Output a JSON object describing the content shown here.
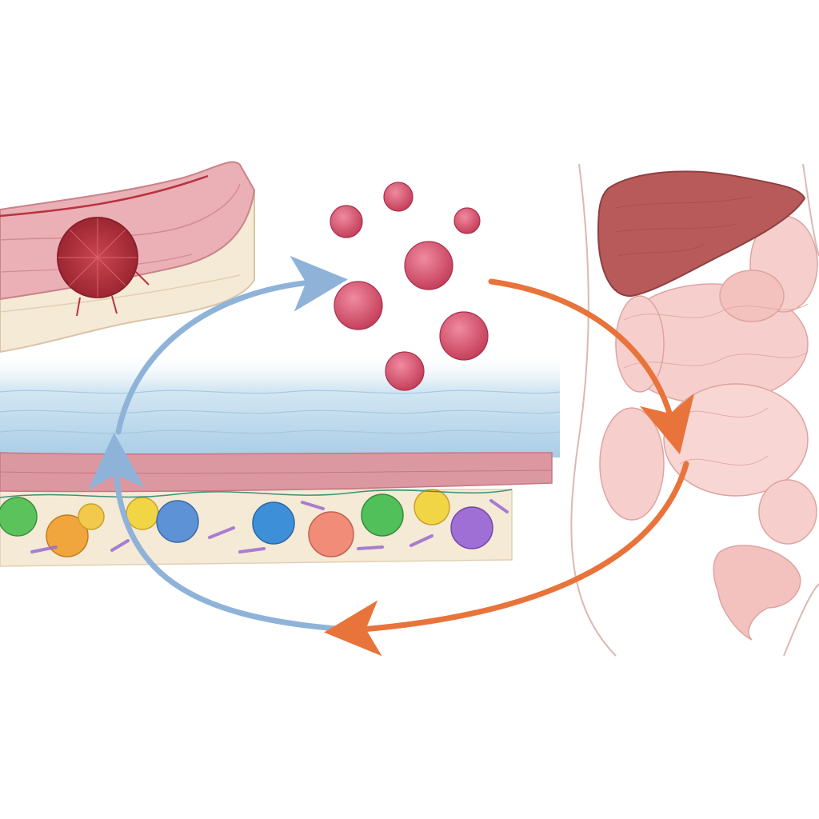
{
  "diagram": {
    "labels": [],
    "colors": {
      "background": "#ffffff",
      "arrow_blue": "#8fb3d8",
      "arrow_orange": "#e8743b",
      "tumor_tissue": "#eab0b6",
      "tumor_core": "#b8333e",
      "tissue_base": "#f5ead6",
      "fluid": "#b9d8ec",
      "epithelium": "#d98c97",
      "circulating_cell": "#d9506a",
      "liver": "#b85a5a",
      "organs": "#f4c2c0",
      "body_outline": "#d9a3a1"
    },
    "icons": [
      "tumor-tissue-illustration",
      "circulating-cells-cluster",
      "fluid-layer",
      "mucosa-layer-with-cells",
      "abdominal-organs-illustration",
      "liver-illustration",
      "cycle-arrows"
    ]
  }
}
